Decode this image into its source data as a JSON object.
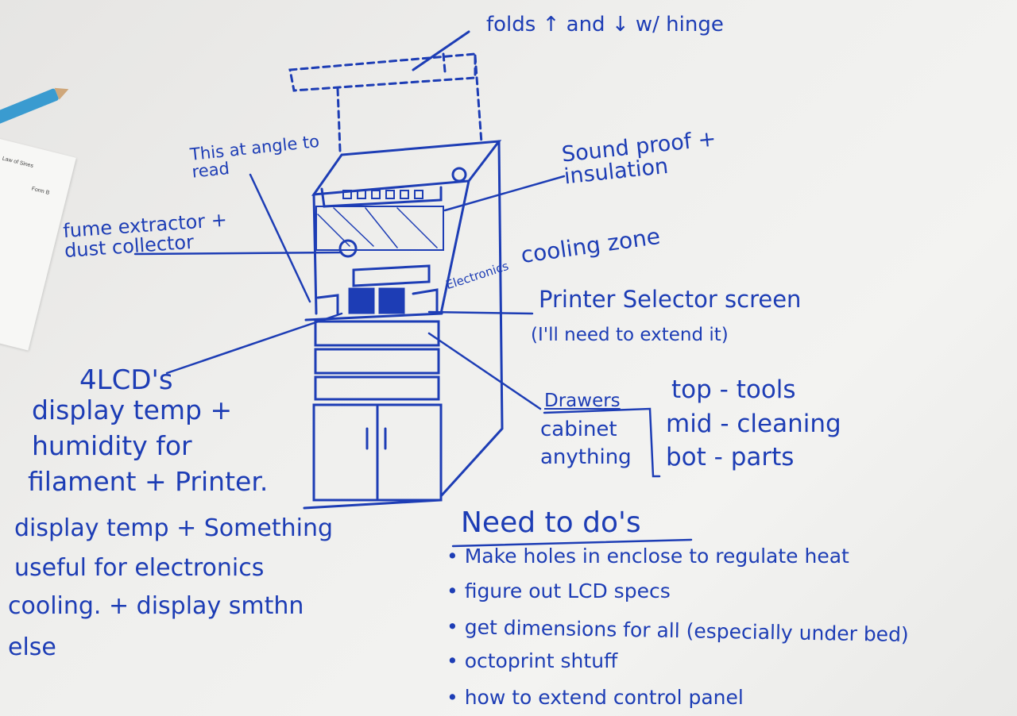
{
  "paper": {
    "title": "Law of Sines",
    "form": "Form B"
  },
  "colors": {
    "ink": "#1d3db5",
    "board": "#efefed"
  },
  "labels": {
    "hinge": "folds ↑ and ↓ w/ hinge",
    "angle": "This at angle to read",
    "soundproof": "Sound proof + insulation",
    "fume": "fume extractor + dust collector",
    "electronics": "Electronics",
    "cooling": "cooling zone",
    "selector": "Printer Selector screen",
    "selector_note": "(I'll need to extend it)",
    "lcd_title": "4LCD's",
    "lcd_lines": [
      "display temp +",
      "humidity for",
      "filament + Printer."
    ],
    "display_lines": [
      "display temp + Something",
      "useful for electronics",
      "cooling. + display smthn",
      "else"
    ],
    "storage": [
      "Drawers",
      "cabinet",
      "anything"
    ],
    "drawer_contents": [
      "top - tools",
      "mid - cleaning",
      "bot - parts"
    ]
  },
  "todo": {
    "title": "Need to do's",
    "items": [
      "Make holes in enclose to regulate heat",
      "figure out LCD specs",
      "get dimensions for all (especially under bed)",
      "octoprint shtuff",
      "how to extend control panel"
    ]
  }
}
